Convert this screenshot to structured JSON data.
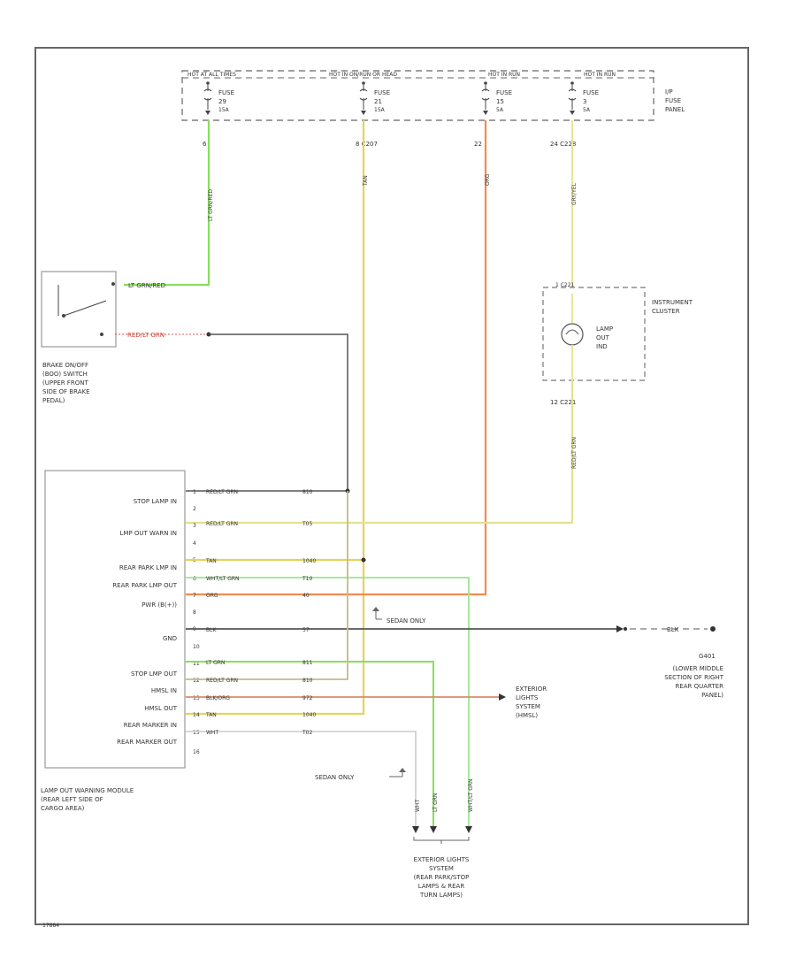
{
  "colors": {
    "lt_green": "#86e05a",
    "yellow": "#e7d35a",
    "orange": "#f08c4f",
    "light_yellow": "#e9e59a",
    "pink_red": "#d9575a",
    "gray": "#555555",
    "frame": "#666666"
  },
  "fuse_panel": {
    "sources": [
      "HOT AT ALL TIMES",
      "HOT IN ON/RUN OR HEAD",
      "HOT IN RUN",
      "HOT IN RUN"
    ],
    "fuses": [
      {
        "name": "FUSE",
        "num": "29",
        "amp": "15A"
      },
      {
        "name": "FUSE",
        "num": "21",
        "amp": "15A"
      },
      {
        "name": "FUSE",
        "num": "15",
        "amp": "5A"
      },
      {
        "name": "FUSE",
        "num": "3",
        "amp": "5A"
      }
    ],
    "label": [
      "I/P",
      "FUSE",
      "PANEL"
    ],
    "pins": [
      "6",
      "8  C207",
      "22",
      "24  C228"
    ]
  },
  "wire_labels": {
    "w1": "LT GRN/RED",
    "w2": "TAN",
    "w3": "ORG",
    "w4": "GRY/YEL",
    "w5": "RED/LT GRN",
    "brake_top": "LT GRN/RED",
    "brake_bottom": "RED/LT GRN"
  },
  "brake_switch": [
    "BRAKE ON/OFF",
    "(BOO) SWITCH",
    "(UPPER FRONT",
    "SIDE OF BRAKE",
    "PEDAL)"
  ],
  "instrument_cluster": {
    "label": [
      "INSTRUMENT",
      "CLUSTER"
    ],
    "conn_top": "1  C221",
    "conn_bottom": "12  C221",
    "lamp": [
      "LAMP",
      "OUT",
      "IND"
    ]
  },
  "module": {
    "labels": [
      "STOP LAMP IN",
      "LMP OUT WARN IN",
      "REAR PARK LMP IN",
      "REAR PARK LMP OUT",
      "PWR (B(+))",
      "GND",
      "STOP LMP OUT",
      "HMSL IN",
      "HMSL OUT",
      "REAR MARKER IN",
      "REAR MARKER OUT"
    ],
    "pins": [
      "1",
      "2",
      "3",
      "4",
      "5",
      "6",
      "7",
      "8",
      "9",
      "10",
      "11",
      "12",
      "13",
      "14",
      "15",
      "16"
    ],
    "caption": [
      "LAMP OUT WARNING MODULE",
      "(REAR LEFT SIDE OF",
      "CARGO AREA)"
    ]
  },
  "module_wires": [
    {
      "color": "RED/LT GRN",
      "circuit": "810"
    },
    {
      "color": "RED/LT GRN",
      "circuit": "T05"
    },
    {
      "color": "TAN",
      "circuit": "1040"
    },
    {
      "color": "WHT/LT GRN",
      "circuit": "T10"
    },
    {
      "color": "ORG",
      "circuit": "40"
    },
    {
      "color": "BLK",
      "circuit": "57"
    },
    {
      "color": "LT GRN",
      "circuit": "811"
    },
    {
      "color": "RED/LT GRN",
      "circuit": "810"
    },
    {
      "color": "BLK/ORG",
      "circuit": "972"
    },
    {
      "color": "TAN",
      "circuit": "1040"
    },
    {
      "color": "WHT",
      "circuit": "T02"
    }
  ],
  "notes": {
    "sedan_only_1": "SEDAN ONLY",
    "sedan_only_2": "SEDAN ONLY",
    "blk": "BLK"
  },
  "ground": {
    "id": "G401",
    "desc": [
      "(LOWER MIDDLE",
      "SECTION OF RIGHT",
      "REAR QUARTER",
      "PANEL)"
    ]
  },
  "exterior_hmsl": [
    "EXTERIOR",
    "LIGHTS",
    "SYSTEM",
    "(HMSL)"
  ],
  "bottom_wires": [
    "WHT",
    "LT GRN",
    "WHT/LT GRN"
  ],
  "exterior_rear": [
    "EXTERIOR LIGHTS",
    "SYSTEM",
    "(REAR PARK/STOP",
    "LAMPS & REAR",
    "TURN LAMPS)"
  ],
  "footer_id": "17884"
}
